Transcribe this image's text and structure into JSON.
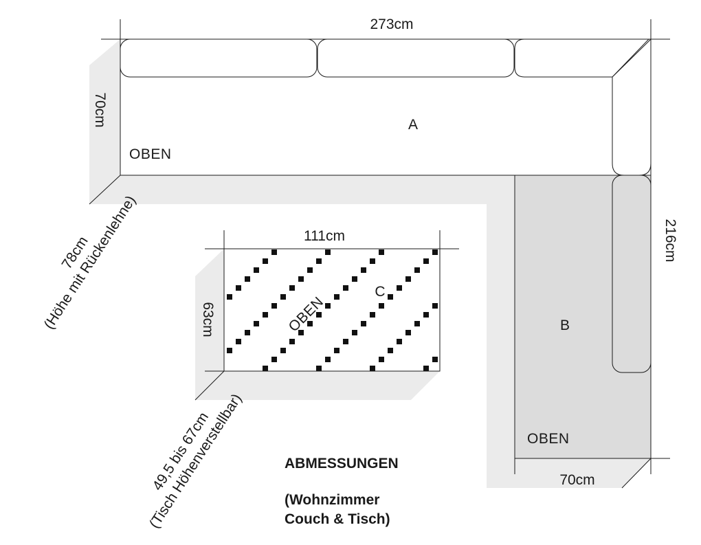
{
  "couch": {
    "width_label": "273cm",
    "depth_label": "70cm",
    "height_label": "78cm",
    "height_note": "(Höhe mit Rückenlehne)",
    "right_length_label": "216cm",
    "right_depth_label": "70cm",
    "section_a": "A",
    "section_b": "B",
    "top_label_a": "OBEN",
    "top_label_b": "OBEN"
  },
  "table": {
    "width_label": "111cm",
    "depth_label": "63cm",
    "height_label": "49,5 bis 67cm",
    "height_note": "(Tisch Höhenverstellbar)",
    "section_c": "C",
    "top_label": "OBEN"
  },
  "caption": {
    "title": "ABMESSUNGEN",
    "line1": "(Wohnzimmer",
    "line2": "Couch & Tisch)"
  },
  "colors": {
    "shadow": "#ebebeb",
    "section_b_fill": "#dcdcdc",
    "line": "#1a1a1a"
  }
}
